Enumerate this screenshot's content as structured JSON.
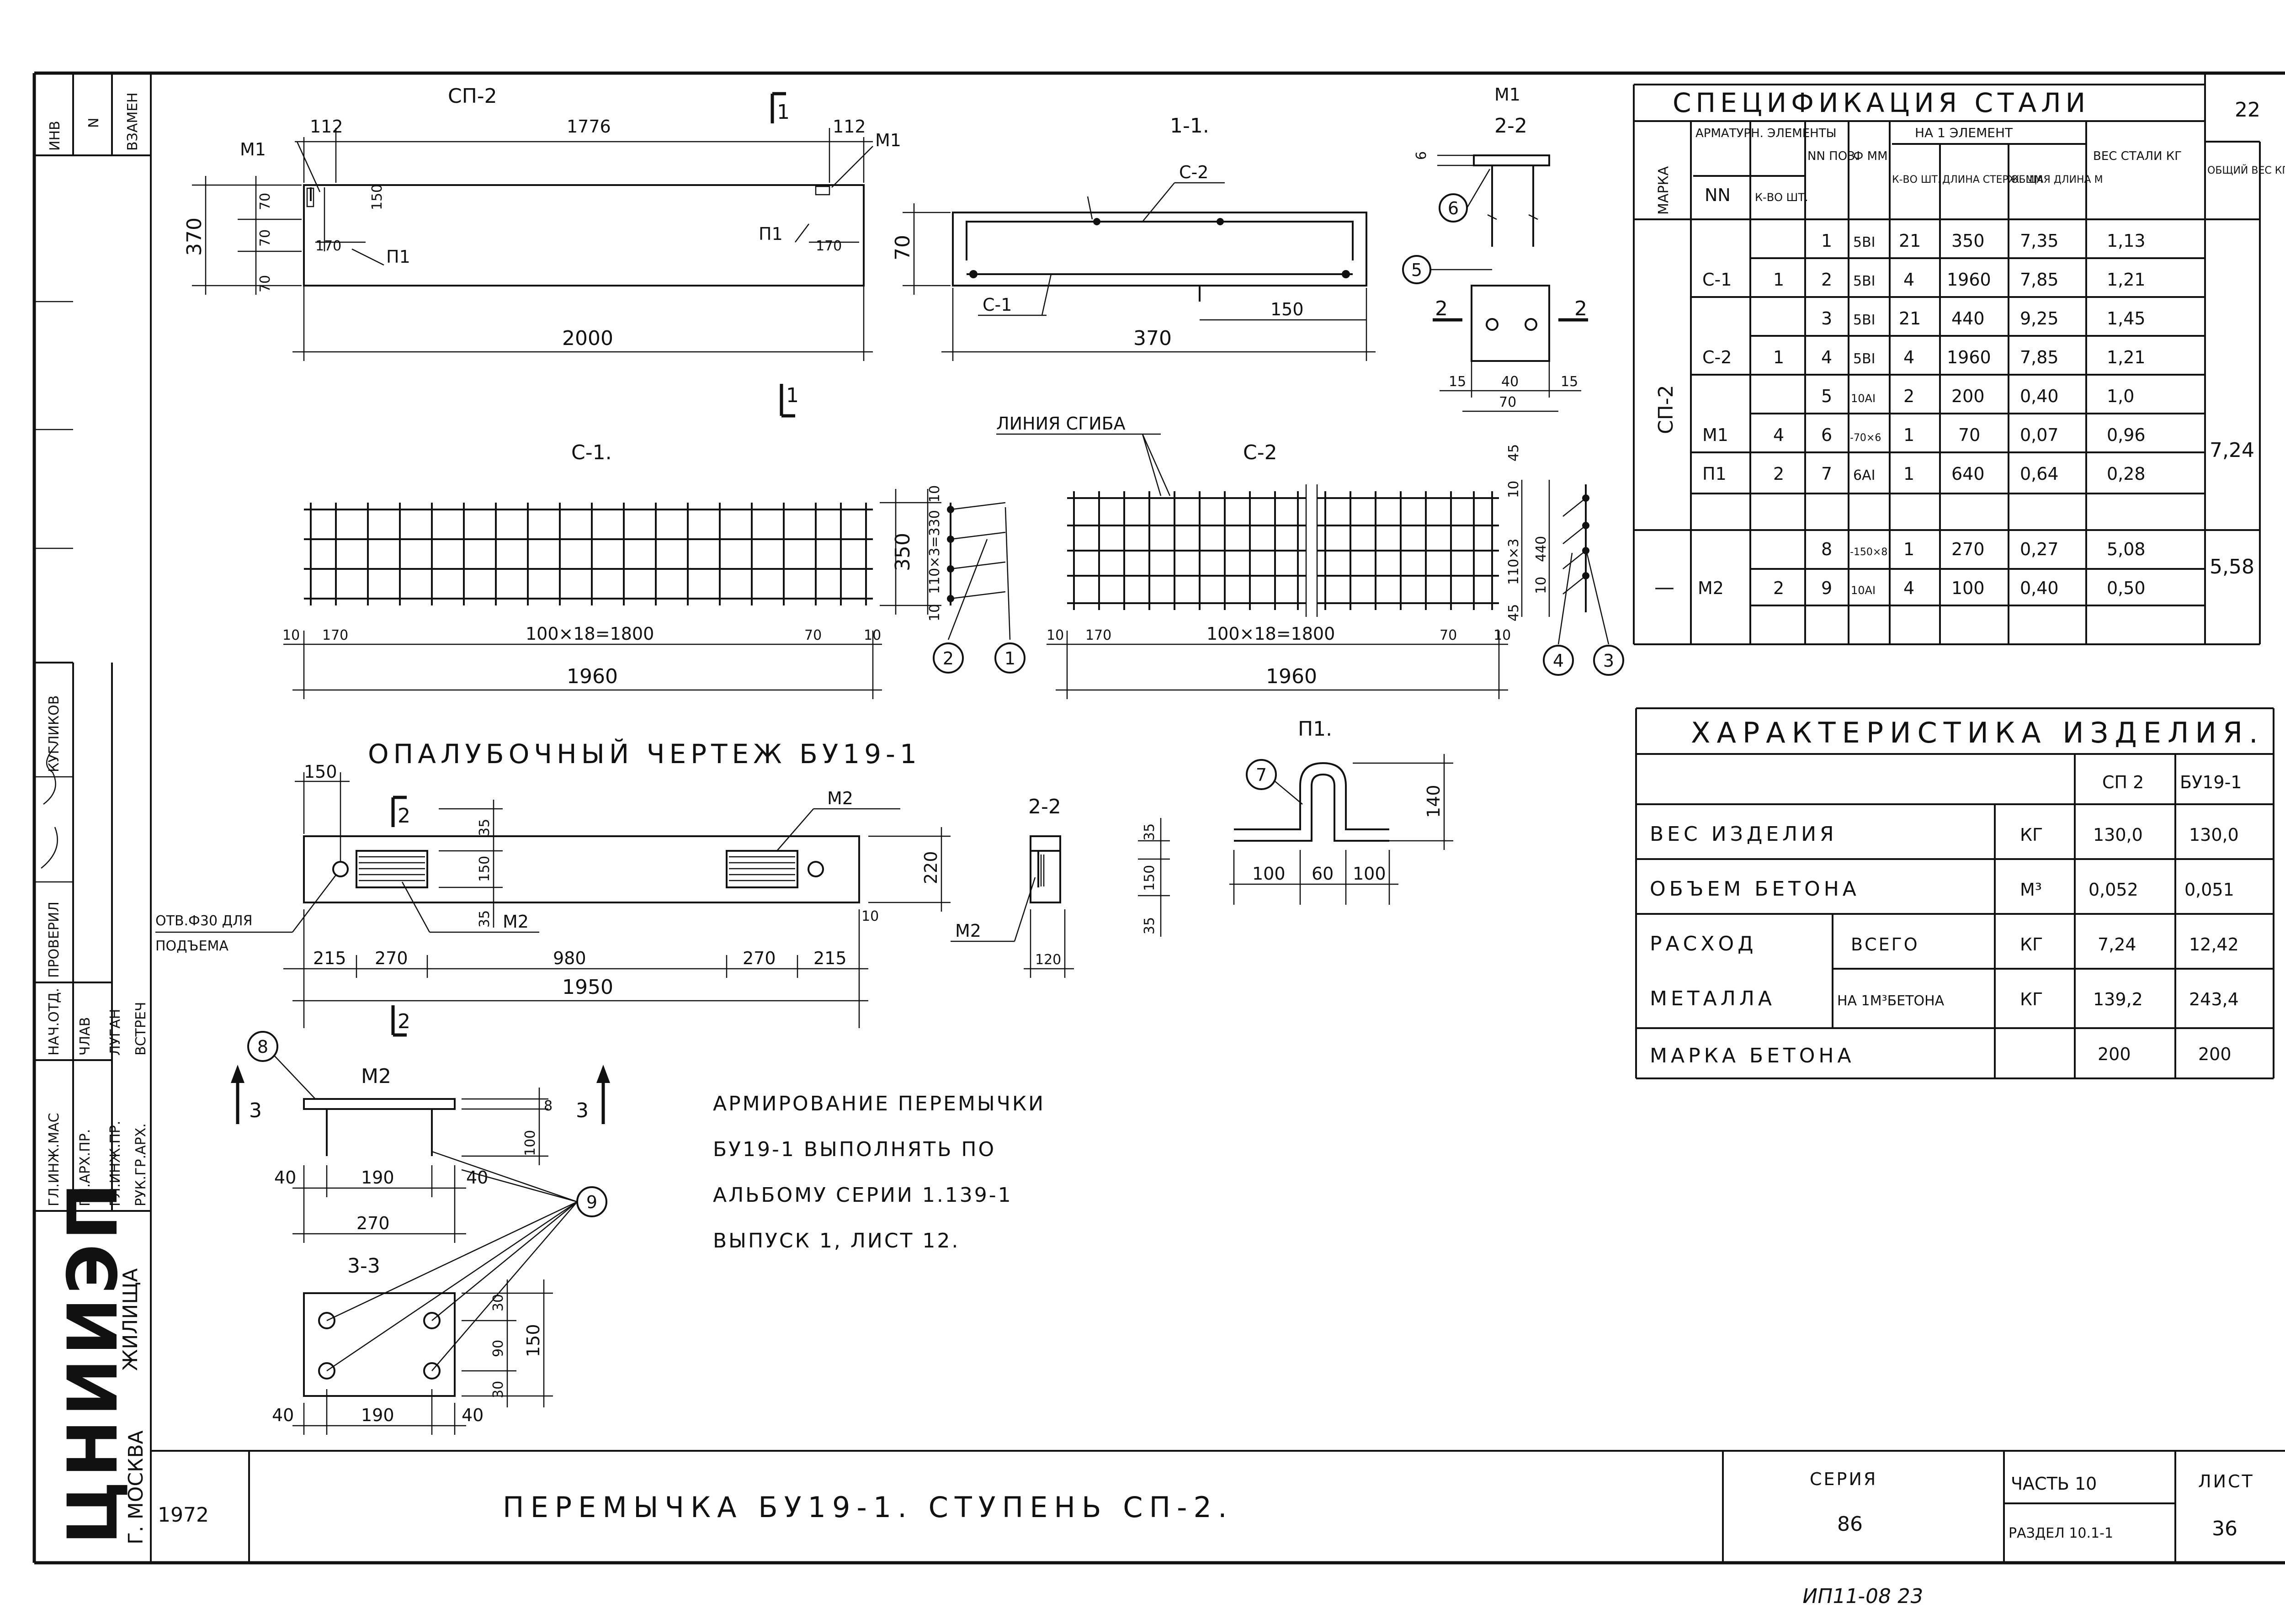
{
  "sheet_number_top": "22",
  "stamp_bottom": "ИП11-08 23",
  "left_strip": {
    "inv": "ИНВ",
    "n": "N",
    "zamen": "ВЗАМЕН",
    "roles": [
      "ГЛ.ИНЖ.МАС",
      "ГЛ.АРХ.ПР.",
      "ГЛ.ИНЖ.ПР.",
      "РУК.ГР.АРХ."
    ],
    "roles2": [
      "НАЧ.ОТД.",
      "ЧЛАВ",
      "ПРОВЕРИЛ"
    ],
    "names": [
      "КУГЛИКОВ",
      "ЛУГАН",
      "ВСТРЕЧ"
    ],
    "org": "ЦНИИЭП",
    "org_sub": "ЖИЛИЩА",
    "city": "Г. МОСКВА"
  },
  "drawing": {
    "sp2": {
      "title": "СП-2",
      "dims": [
        "112",
        "1776",
        "112",
        "2000",
        "370",
        "70",
        "70",
        "70",
        "150",
        "170",
        "170"
      ],
      "labels": [
        "М1",
        "М1",
        "П1",
        "П1"
      ],
      "cut": "1"
    },
    "sec11": {
      "title": "1-1.",
      "labels": [
        "С-2",
        "С-1"
      ],
      "dims": [
        "70",
        "370",
        "150"
      ]
    },
    "m1": {
      "title": "М1",
      "title2": "2-2",
      "cut": "2",
      "dims": [
        "6",
        "15",
        "40",
        "15",
        "70"
      ],
      "callouts": [
        "6",
        "5"
      ]
    },
    "c1": {
      "title": "С-1.",
      "dims": [
        "10",
        "170",
        "100×18=1800",
        "70",
        "10",
        "1960",
        "350",
        "10",
        "110×3=330",
        "10"
      ],
      "callouts": [
        "2",
        "1"
      ]
    },
    "c2": {
      "title": "С-2",
      "bend": "ЛИНИЯ СГИБА",
      "dims": [
        "10",
        "170",
        "100×18=1800",
        "70",
        "10",
        "1960",
        "45",
        "10",
        "110×3",
        "440",
        "10",
        "45"
      ],
      "callouts": [
        "4",
        "3"
      ]
    },
    "formwork": {
      "title": "ОПАЛУБОЧНЫЙ ЧЕРТЕЖ БУ19-1",
      "dims": [
        "150",
        "35",
        "150",
        "35",
        "220",
        "10",
        "215",
        "270",
        "980",
        "270",
        "215",
        "1950"
      ],
      "labels": [
        "М2",
        "М2"
      ],
      "hole": "ОТВ.Ф30 ДЛЯ",
      "hole2": "ПОДЪЕМА",
      "cut": "2"
    },
    "sec22": {
      "title": "2-2",
      "label": "М2",
      "dims": [
        "35",
        "150",
        "35",
        "120"
      ]
    },
    "p1": {
      "title": "П1.",
      "callout": "7",
      "dims": [
        "100",
        "60",
        "100",
        "140"
      ]
    },
    "m2": {
      "title": "М2",
      "callouts": [
        "8",
        "9"
      ],
      "cut": "3",
      "dims": [
        "8",
        "100",
        "40",
        "190",
        "40",
        "270"
      ]
    },
    "sec33": {
      "title": "3-3",
      "dims": [
        "30",
        "90",
        "30",
        "150",
        "40",
        "190",
        "40"
      ]
    },
    "note": [
      "АРМИРОВАНИЕ ПЕРЕМЫЧКИ",
      "БУ19-1 ВЫПОЛНЯТЬ ПО",
      "АЛЬБОМУ СЕРИИ 1.139-1",
      "ВЫПУСК 1, ЛИСТ 12."
    ]
  },
  "spec": {
    "title": "СПЕЦИФИКАЦИЯ СТАЛИ",
    "h_marka": "МАРКА",
    "h_arm": "АРМАТУРН. ЭЛЕМЕНТЫ",
    "h_nn": "NN",
    "h_kvo": "К-ВО ШТ.",
    "h_nnpos": "NN ПОЗ.",
    "h_phi": "Ф ММ",
    "h_na": "НА 1 ЭЛЕМЕНТ",
    "h_kvo2": "К-ВО ШТ.",
    "h_len": "ДЛИНА СТЕРЖ. ММ",
    "h_total": "ОБЩАЯ ДЛИНА М",
    "h_ves": "ВЕС СТАЛИ КГ",
    "h_obsh": "ОБЩИЙ ВЕС КГ",
    "group1": "СП-2",
    "group2": "—",
    "rows": [
      {
        "el": "С-1",
        "k": "1",
        "pos": "1",
        "phi": "5ВI",
        "kv": "21",
        "len": "350",
        "tot": "7,35",
        "w": "1,13"
      },
      {
        "el": "",
        "k": "",
        "pos": "2",
        "phi": "5ВI",
        "kv": "4",
        "len": "1960",
        "tot": "7,85",
        "w": "1,21"
      },
      {
        "el": "С-2",
        "k": "1",
        "pos": "3",
        "phi": "5ВI",
        "kv": "21",
        "len": "440",
        "tot": "9,25",
        "w": "1,45"
      },
      {
        "el": "",
        "k": "",
        "pos": "4",
        "phi": "5ВI",
        "kv": "4",
        "len": "1960",
        "tot": "7,85",
        "w": "1,21"
      },
      {
        "el": "М1",
        "k": "4",
        "pos": "5",
        "phi": "10АI",
        "kv": "2",
        "len": "200",
        "tot": "0,40",
        "w": "1,0"
      },
      {
        "el": "",
        "k": "",
        "pos": "6",
        "phi": "-70×6",
        "kv": "1",
        "len": "70",
        "tot": "0,07",
        "w": "0,96"
      },
      {
        "el": "П1",
        "k": "2",
        "pos": "7",
        "phi": "6АI",
        "kv": "1",
        "len": "640",
        "tot": "0,64",
        "w": "0,28"
      },
      {
        "el": "М2",
        "k": "2",
        "pos": "8",
        "phi": "-150×8",
        "kv": "1",
        "len": "270",
        "tot": "0,27",
        "w": "5,08"
      },
      {
        "el": "",
        "k": "",
        "pos": "9",
        "phi": "10АI",
        "kv": "4",
        "len": "100",
        "tot": "0,40",
        "w": "0,50"
      }
    ],
    "total1": "7,24",
    "total2": "5,58"
  },
  "char": {
    "title": "ХАРАКТЕРИСТИКА ИЗДЕЛИЯ.",
    "col1": "СП 2",
    "col2": "БУ19-1",
    "rows": [
      {
        "label": "ВЕС ИЗДЕЛИЯ",
        "sub": "",
        "unit": "КГ",
        "v1": "130,0",
        "v2": "130,0"
      },
      {
        "label": "ОБЪЕМ БЕТОНА",
        "sub": "",
        "unit": "М³",
        "v1": "0,052",
        "v2": "0,051"
      },
      {
        "label": "РАСХОД",
        "sub": "ВСЕГО",
        "unit": "КГ",
        "v1": "7,24",
        "v2": "12,42"
      },
      {
        "label": "МЕТАЛЛА",
        "sub": "НА 1М³БЕТОНА",
        "unit": "КГ",
        "v1": "139,2",
        "v2": "243,4"
      },
      {
        "label": "МАРКА БЕТОНА",
        "sub": "",
        "unit": "",
        "v1": "200",
        "v2": "200"
      }
    ]
  },
  "titleblock": {
    "year": "1972",
    "name": "ПЕРЕМЫЧКА БУ19-1. СТУПЕНЬ СП-2.",
    "seria_label": "СЕРИЯ",
    "seria": "86",
    "part": "ЧАСТЬ 10",
    "razdel": "РАЗДЕЛ 10.1-1",
    "list_label": "ЛИСТ",
    "list": "36"
  }
}
